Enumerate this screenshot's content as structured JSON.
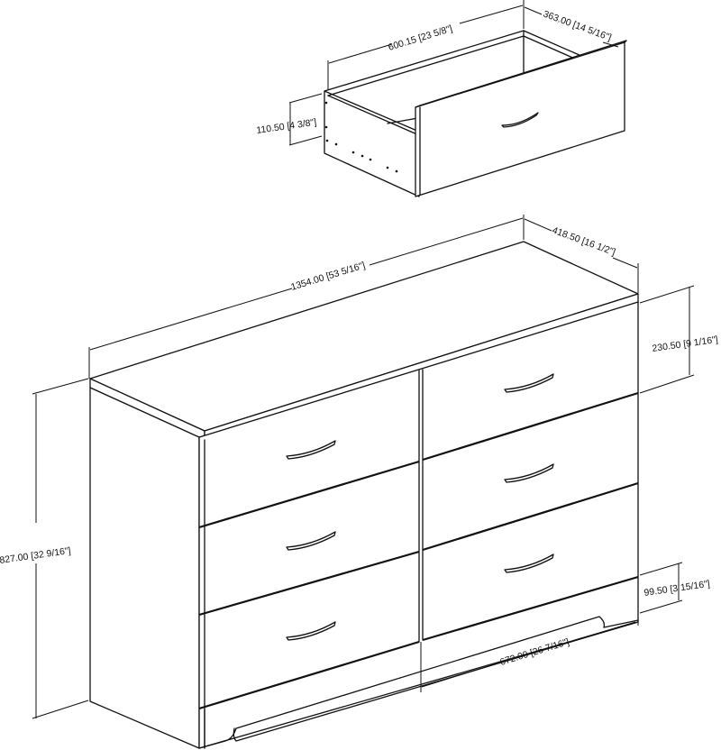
{
  "drawing": {
    "subject": "6-drawer dresser with drawer detail",
    "line_color": "#111111",
    "background": "#ffffff"
  },
  "drawer_detail": {
    "depth": {
      "mm": "600.15",
      "in": "[23 5/8\"]",
      "label": "600.15 [23 5/8\"]"
    },
    "width": {
      "mm": "363.00",
      "in": "[14 5/16\"]",
      "label": "363.00 [14 5/16\"]"
    },
    "height": {
      "mm": "110.50",
      "in": "[4 3/8\"]",
      "label": "110.50 [4 3/8\"]"
    }
  },
  "dresser": {
    "width": {
      "mm": "1354.00",
      "in": "[53 5/16\"]",
      "label": "1354.00 [53 5/16\"]"
    },
    "depth": {
      "mm": "418.50",
      "in": "[16 1/2\"]",
      "label": "418.50 [16 1/2\"]"
    },
    "height": {
      "mm": "827.00",
      "in": "[32 9/16\"]",
      "label": "827.00 [32 9/16\"]"
    },
    "drawer_front_height": {
      "mm": "230.50",
      "in": "[9 1/16\"]",
      "label": "230.50 [9 1/16\"]"
    },
    "base_height": {
      "mm": "99.50",
      "in": "[3 15/16\"]",
      "label": "99.50 [3 15/16\"]"
    },
    "drawer_front_width": {
      "mm": "672.00",
      "in": "[26 7/16\"]",
      "label": "672.00 [26 7/16\"]"
    },
    "drawer_count": 6
  }
}
